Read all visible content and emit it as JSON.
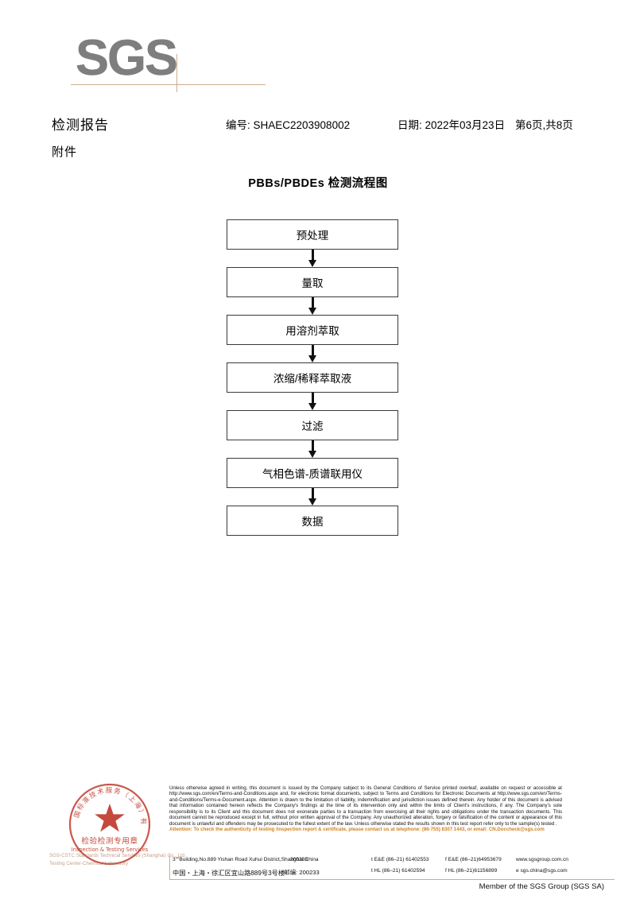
{
  "logo": {
    "text": "SGS",
    "rule_color": "#cbae8d"
  },
  "header": {
    "title": "检测报告",
    "attachment_label": "附件",
    "report_no": "编号: SHAEC2203908002",
    "date": "日期: 2022年03月23日",
    "page": "第6页,共8页"
  },
  "flowchart": {
    "title": "PBBs/PBDEs 检测流程图",
    "type": "flow",
    "steps": [
      "预处理",
      "量取",
      "用溶剂萃取",
      "浓缩/稀释萃取液",
      "过滤",
      "气相色谱-质谱联用仪",
      "数据"
    ]
  },
  "stamp": {
    "top_text": "国标准技术服务（上海）有限公司",
    "center_cn": "检验检测专用章",
    "center_en": "Inspection & Testing Services",
    "color": "#c0392b",
    "watermark_line1": "SGS-CSTC Standards Technical Services (Shanghai) Co., Ltd.",
    "watermark_line2": "Testing Center-Chemical Laboratory"
  },
  "footer": {
    "legal_p1": "Unless otherwise agreed in writing, this document is issued by the Company subject to its General Conditions of Service printed overleaf, available on request or accessible at http://www.sgs.com/en/Terms-and-Conditions.aspx and, for electronic format documents, subject to Terms and Conditions for Electronic Documents at http://www.sgs.com/en/Terms-and-Conditions/Terms-e-Document.aspx. Attention is drawn to the limitation of liability, indemnification and jurisdiction issues defined therein. Any holder of this document is advised that information contained hereon reflects the Company's findings at the time of its intervention only and within the limits of Client's instructions, if any. The Company's sole responsibility is to its Client and this document does not exonerate parties to a transaction from exercising all their rights and obligations under the transaction documents. This document cannot be reproduced except in full, without prior written approval of the Company. Any unauthorized alteration, forgery or falsification of the content or appearance of this document is unlawful and offenders may be prosecuted to the fullest extent of the law. Unless otherwise stated the results shown in this test report refer only to the sample(s) tested .",
    "attention": "Attention: To check the authenticity of testing /inspection report & certificate, please contact us at telephone: (86-755) 8307 1443, or email: CN.Doccheck@sgs.com",
    "attention_color": "#d2811f",
    "address_en": "3\"\"Building,No.889 Yishan Road Xuhui District,Shanghai China",
    "address_cn": "中国・上海・徐汇区宜山路889号3号楼",
    "zip_en": "200233",
    "zip_cn": "邮编: 200233",
    "tel_en_1": "t E&E (86–21) 61402553",
    "tel_en_2": "f E&E (86–21)64953679",
    "tel_cn_1": "t HL (86–21) 61402594",
    "tel_cn_2": "f HL (86–21)61156899",
    "web": "www.sgsgroup.com.cn",
    "email": "e  sgs.china@sgs.com",
    "member": "Member of the SGS Group (SGS SA)"
  }
}
